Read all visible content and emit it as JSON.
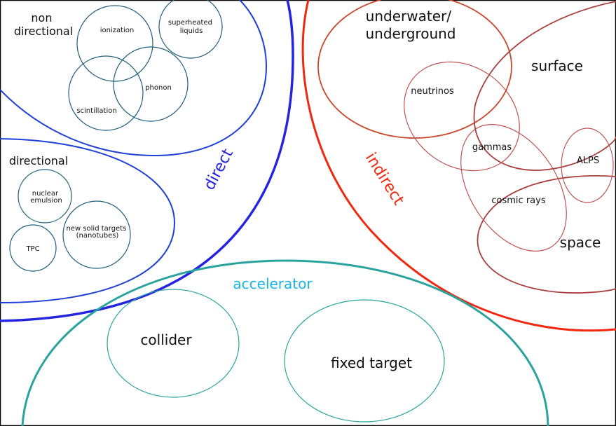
{
  "colors": {
    "direct": "#2323e0",
    "direct_sub": "#1e3fd6",
    "direct_inner": "#1f5e7a",
    "indirect": "#f0280f",
    "underwater": "#c9472c",
    "surface": "#a8403e",
    "inner_indirect": "#c05252",
    "accelerator": "#2aa39e",
    "accelerator_label": "#17b5e3",
    "text": "#111111"
  },
  "labels": {
    "non_directional": [
      "non",
      "directional"
    ],
    "ionization": "ionization",
    "superheated": [
      "superheated",
      "liquids"
    ],
    "scintillation": "scintillation",
    "phonon": "phonon",
    "directional": "directional",
    "nuclear_emulsion": [
      "nuclear",
      "emulsion"
    ],
    "new_solid_targets": [
      "new solid targets",
      "(nanotubes)"
    ],
    "tpc": "TPC",
    "direct": "direct",
    "underwater": [
      "underwater/",
      "underground"
    ],
    "surface": "surface",
    "neutrinos": "neutrinos",
    "gammas": "gammas",
    "alps": "ALPS",
    "cosmic_rays": "cosmic rays",
    "space": "space",
    "indirect": "indirect",
    "accelerator": "accelerator",
    "collider": "collider",
    "fixed_target": "fixed target"
  }
}
